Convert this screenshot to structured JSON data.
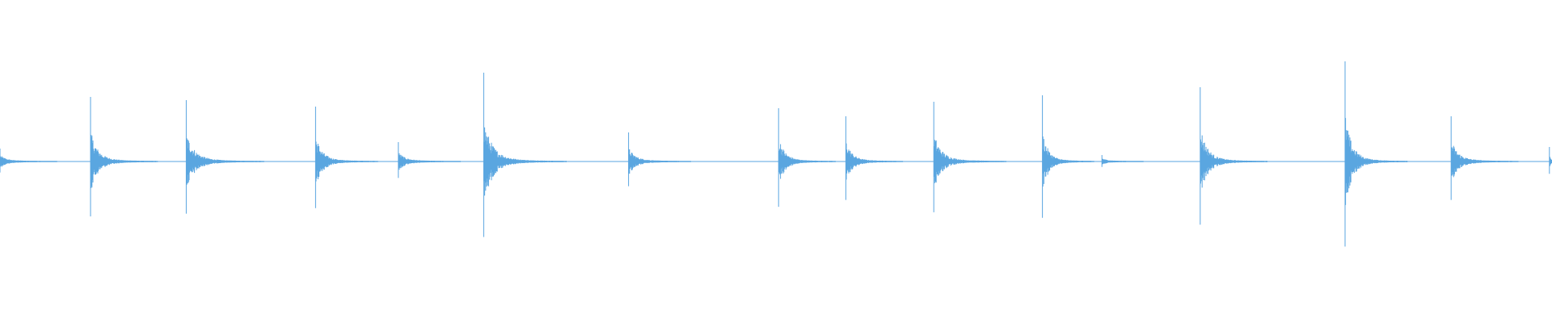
{
  "waveform": {
    "color": "#5aa6e0",
    "baseline_color": "#5aa6e0",
    "duration_s": 60,
    "transients": [
      {
        "t": 0.0,
        "peak": 0.08,
        "decay_s": 2.2
      },
      {
        "t": 3.5,
        "peak": 0.4,
        "decay_s": 2.6
      },
      {
        "t": 7.2,
        "peak": 0.38,
        "decay_s": 3.0
      },
      {
        "t": 12.2,
        "peak": 0.34,
        "decay_s": 2.4
      },
      {
        "t": 15.4,
        "peak": 0.12,
        "decay_s": 2.4
      },
      {
        "t": 18.7,
        "peak": 0.55,
        "decay_s": 3.2
      },
      {
        "t": 24.3,
        "peak": 0.18,
        "decay_s": 2.4
      },
      {
        "t": 30.1,
        "peak": 0.33,
        "decay_s": 2.2
      },
      {
        "t": 32.7,
        "peak": 0.28,
        "decay_s": 2.2
      },
      {
        "t": 36.1,
        "peak": 0.37,
        "decay_s": 2.8
      },
      {
        "t": 40.3,
        "peak": 0.41,
        "decay_s": 2.0
      },
      {
        "t": 42.6,
        "peak": 0.04,
        "decay_s": 1.6
      },
      {
        "t": 46.4,
        "peak": 0.46,
        "decay_s": 2.6
      },
      {
        "t": 52.0,
        "peak": 0.62,
        "decay_s": 2.4
      },
      {
        "t": 56.1,
        "peak": 0.28,
        "decay_s": 2.6
      },
      {
        "t": 59.9,
        "peak": 0.09,
        "decay_s": 0.5
      }
    ],
    "noise_floor": 0.004
  }
}
